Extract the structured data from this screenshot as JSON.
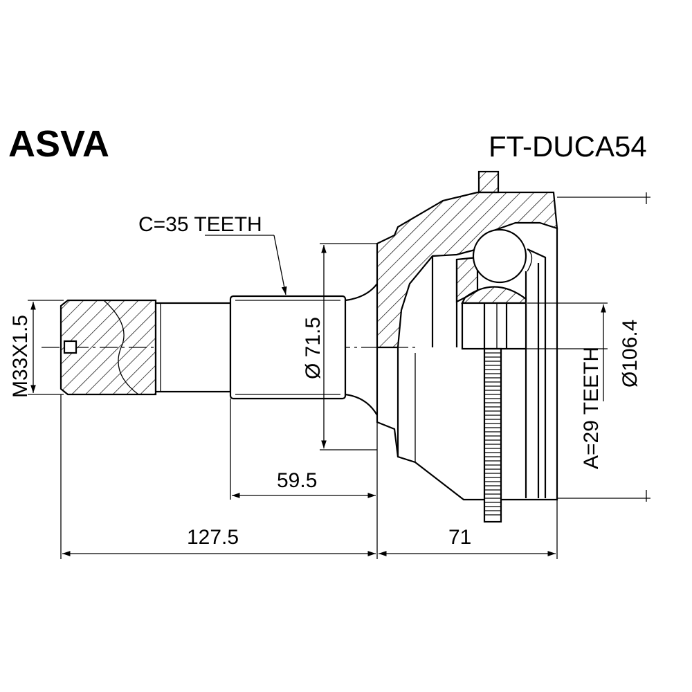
{
  "brand": "ASVA",
  "part_number": "FT-DUCA54",
  "labels": {
    "spline_outer": "C=35 TEETH",
    "thread": "M33X1.5",
    "diameter_outer": "Ø 71.5",
    "spline_inner": "A=29 TEETH",
    "diameter_housing": "Ø106.4",
    "length_shaft": "59.5",
    "length_total_shaft": "127.5",
    "length_housing": "71"
  }
}
